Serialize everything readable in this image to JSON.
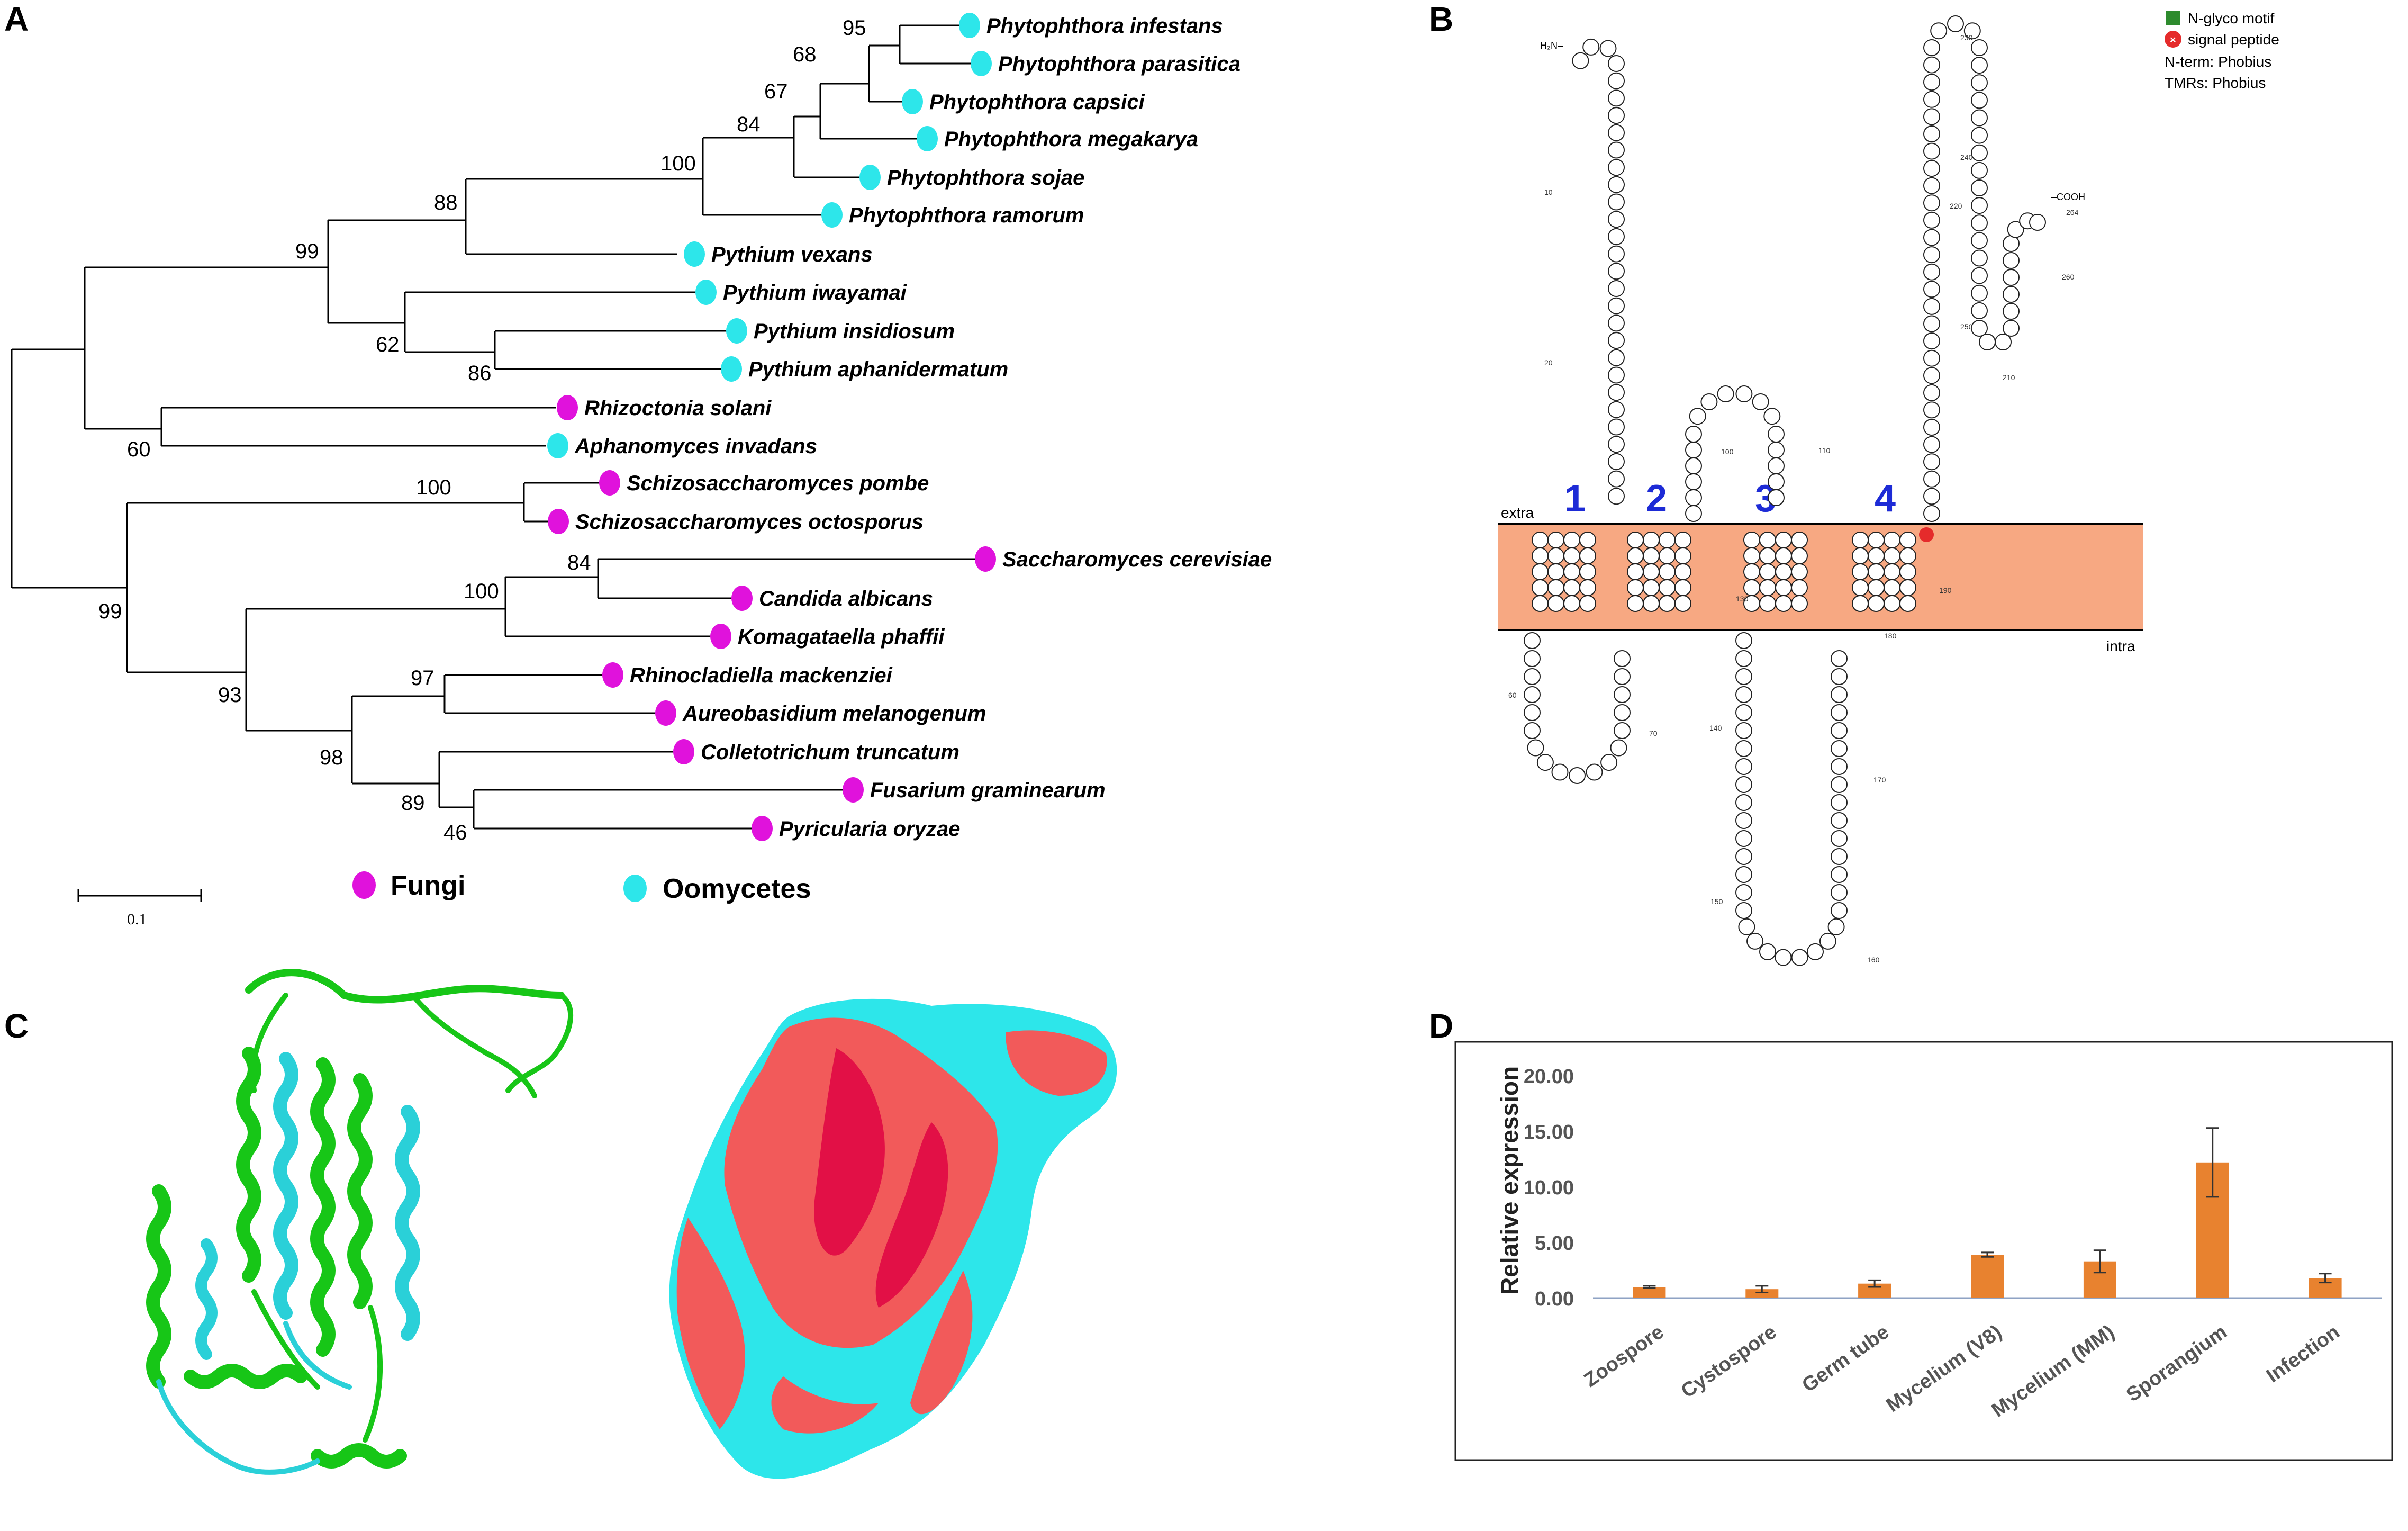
{
  "panels": {
    "a": "A",
    "b": "B",
    "c": "C",
    "d": "D"
  },
  "panel_a": {
    "taxa": [
      {
        "name": "Phytophthora infestans",
        "group": "oomycete"
      },
      {
        "name": "Phytophthora parasitica",
        "group": "oomycete"
      },
      {
        "name": "Phytophthora capsici",
        "group": "oomycete"
      },
      {
        "name": "Phytophthora megakarya",
        "group": "oomycete"
      },
      {
        "name": "Phytophthora sojae",
        "group": "oomycete"
      },
      {
        "name": "Phytophthora ramorum",
        "group": "oomycete"
      },
      {
        "name": "Pythium vexans",
        "group": "oomycete"
      },
      {
        "name": "Pythium iwayamai",
        "group": "oomycete"
      },
      {
        "name": "Pythium insidiosum",
        "group": "oomycete"
      },
      {
        "name": "Pythium aphanidermatum",
        "group": "oomycete"
      },
      {
        "name": "Rhizoctonia solani",
        "group": "fungi"
      },
      {
        "name": "Aphanomyces invadans",
        "group": "oomycete"
      },
      {
        "name": "Schizosaccharomyces pombe",
        "group": "fungi"
      },
      {
        "name": "Schizosaccharomyces octosporus",
        "group": "fungi"
      },
      {
        "name": "Saccharomyces cerevisiae",
        "group": "fungi"
      },
      {
        "name": "Candida albicans",
        "group": "fungi"
      },
      {
        "name": "Komagataella phaffii",
        "group": "fungi"
      },
      {
        "name": "Rhinocladiella mackenziei",
        "group": "fungi"
      },
      {
        "name": "Aureobasidium melanogenum",
        "group": "fungi"
      },
      {
        "name": "Colletotrichum truncatum",
        "group": "fungi"
      },
      {
        "name": "Fusarium graminearum",
        "group": "fungi"
      },
      {
        "name": "Pyricularia oryzae",
        "group": "fungi"
      }
    ],
    "bootstrap": [
      "95",
      "68",
      "67",
      "84",
      "100",
      "88",
      "99",
      "62",
      "86",
      "60",
      "100",
      "84",
      "100",
      "99",
      "97",
      "93",
      "98",
      "89",
      "46"
    ],
    "scale_label": "0.1",
    "legend": {
      "fungi": "Fungi",
      "oomycetes": "Oomycetes"
    },
    "colors": {
      "fungi": "#e012dc",
      "oomycetes": "#2de6ea"
    }
  },
  "panel_b": {
    "legend": [
      "N-glyco motif",
      "signal peptide",
      "N-term: Phobius",
      "TMRs: Phobius"
    ],
    "nterm": "H₂N–",
    "cterm": "–COOH",
    "extra": "extra",
    "intra": "intra",
    "tm_labels": [
      "1",
      "2",
      "3",
      "4"
    ],
    "residue_numbers": [
      "10",
      "20",
      "60",
      "70",
      "100",
      "110",
      "130",
      "140",
      "150",
      "160",
      "170",
      "180",
      "190",
      "210",
      "220",
      "230",
      "240",
      "250",
      "260",
      "264"
    ],
    "membrane_color": "#f7a882"
  },
  "panel_d": {
    "chart_data": {
      "type": "bar",
      "categories": [
        "Zoospore",
        "Cystospore",
        "Germ tube",
        "Mycelium (V8)",
        "Mycelium (MM)",
        "Sporangium",
        "Infection"
      ],
      "values": [
        1.0,
        0.8,
        1.3,
        3.9,
        3.3,
        12.2,
        1.8
      ],
      "errors": [
        0.1,
        0.3,
        0.3,
        0.2,
        1.0,
        3.1,
        0.4
      ],
      "ylabel": "Relative expression",
      "yticks": [
        "0.00",
        "5.00",
        "10.00",
        "15.00",
        "20.00"
      ],
      "ylim": [
        0,
        20
      ],
      "bar_color": "#e8822f",
      "grid": false
    }
  }
}
